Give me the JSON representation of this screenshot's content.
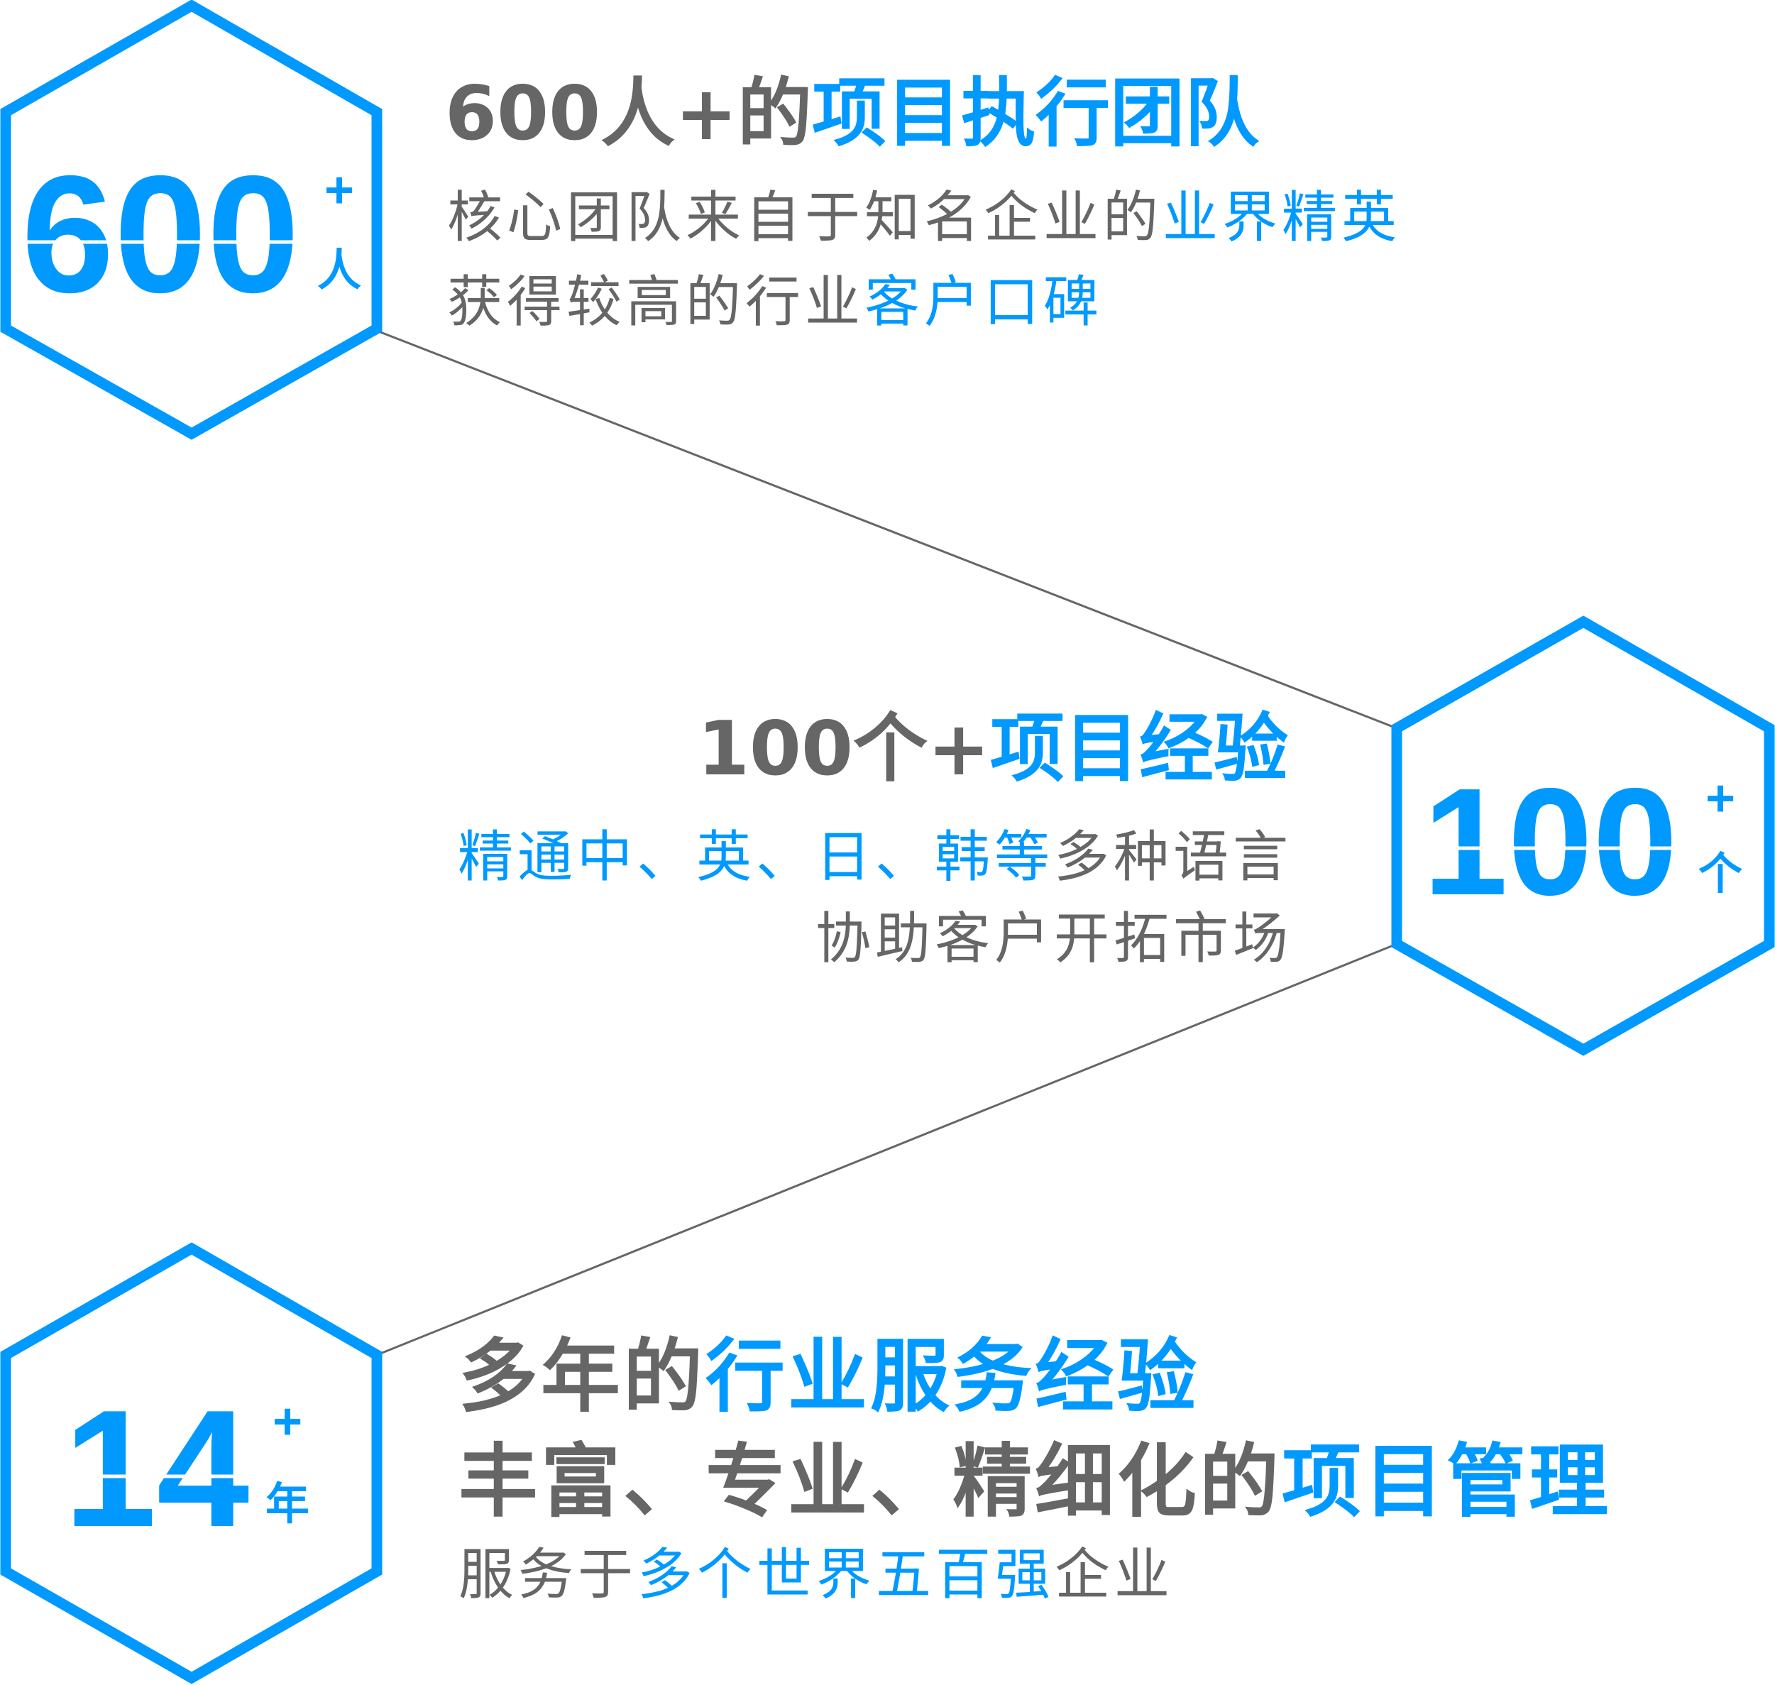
{
  "colors": {
    "accent": "#0099ff",
    "text": "#666666",
    "line": "#666666"
  },
  "stats": [
    {
      "number": "600",
      "plus": "+",
      "unit": "人"
    },
    {
      "number": "100",
      "plus": "+",
      "unit": "个"
    },
    {
      "number": "14",
      "plus": "+",
      "unit": "年"
    }
  ],
  "block1": {
    "heading_gray": "600人+的",
    "heading_blue": "项目执行团队",
    "line1_gray": "核心团队来自于知名企业的",
    "line1_blue": "业界精英",
    "line2_gray": "获得较高的行业",
    "line2_blue": "客户口碑"
  },
  "block2": {
    "heading_gray": "100个+",
    "heading_blue": "项目经验",
    "line1_blue": "精通中、英、日、韩等",
    "line1_gray": "多种语言",
    "line2_gray": "协助客户开拓市场"
  },
  "block3": {
    "heading1_gray": "多年的",
    "heading1_blue": "行业服务经验",
    "heading2_gray": "丰富、专业、精细化的",
    "heading2_blue": "项目管理",
    "line_gray_a": "服务于",
    "line_blue": "多个世界五百强",
    "line_gray_b": "企业"
  }
}
